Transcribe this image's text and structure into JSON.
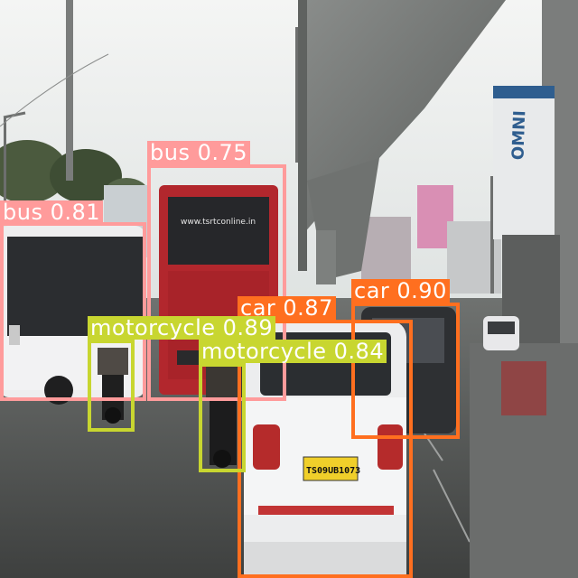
{
  "image": {
    "description_tag": "street-scene-object-detection",
    "plate_text": "TS09UB1073",
    "signs": {
      "omni_title": "OMNI",
      "bus_window_url": "www.tsrtconline.in"
    }
  },
  "colors": {
    "bus": "#ff9b9b",
    "car": "#ff6f1f",
    "motorcycle": "#c8d630"
  },
  "detections": [
    {
      "id": "bus-left",
      "class": "bus",
      "score": "0.81",
      "label": "bus 0.81"
    },
    {
      "id": "bus-center",
      "class": "bus",
      "score": "0.75",
      "label": "bus 0.75"
    },
    {
      "id": "car-front",
      "class": "car",
      "score": "0.87",
      "label": "car 0.87"
    },
    {
      "id": "car-right",
      "class": "car",
      "score": "0.90",
      "label": "car 0.90"
    },
    {
      "id": "moto-left",
      "class": "motorcycle",
      "score": "0.89",
      "label": "motorcycle 0.89"
    },
    {
      "id": "moto-mid",
      "class": "motorcycle",
      "score": "0.84",
      "label": "motorcycle 0.84"
    }
  ]
}
